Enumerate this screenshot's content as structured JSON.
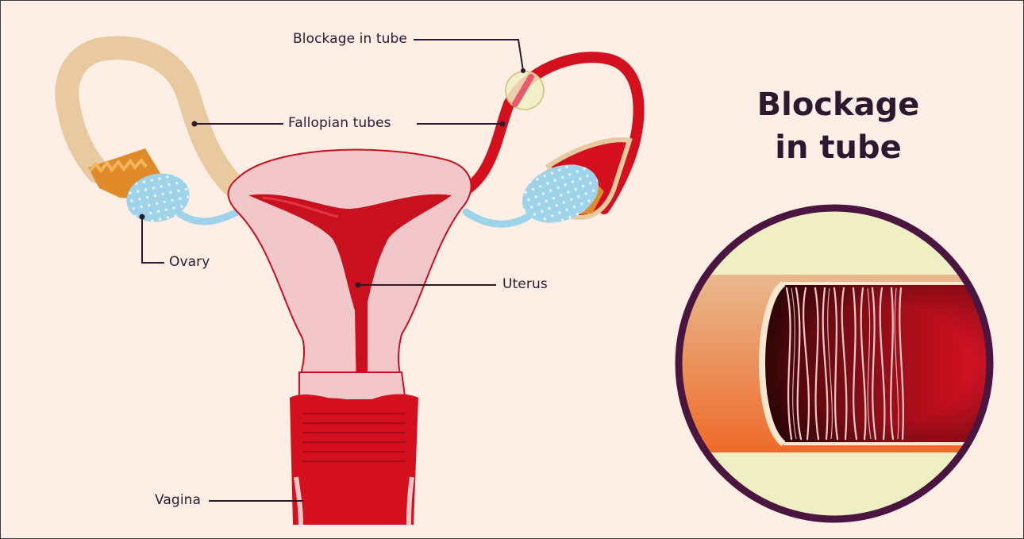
{
  "labels": {
    "blockage_in_tube": "Blockage in tube",
    "fallopian_tubes": "Fallopian tubes",
    "ovary": "Ovary",
    "uterus": "Uterus",
    "vagina": "Vagina"
  },
  "heading": {
    "line1": "Blockage",
    "line2": "in tube"
  },
  "colors": {
    "background": "#fdefe5",
    "uterus_outer": "#f2c7c9",
    "uterus_cavity": "#c8101e",
    "healthy_tube": "#e8c9a0",
    "blocked_tube": "#d4101e",
    "ovary": "#9fd3ea",
    "fimbriae": "#e08a2a",
    "blockage_marker": "#eef0c4",
    "magnifier_ring": "#4a1640",
    "leader_line": "#2a1a2e"
  }
}
